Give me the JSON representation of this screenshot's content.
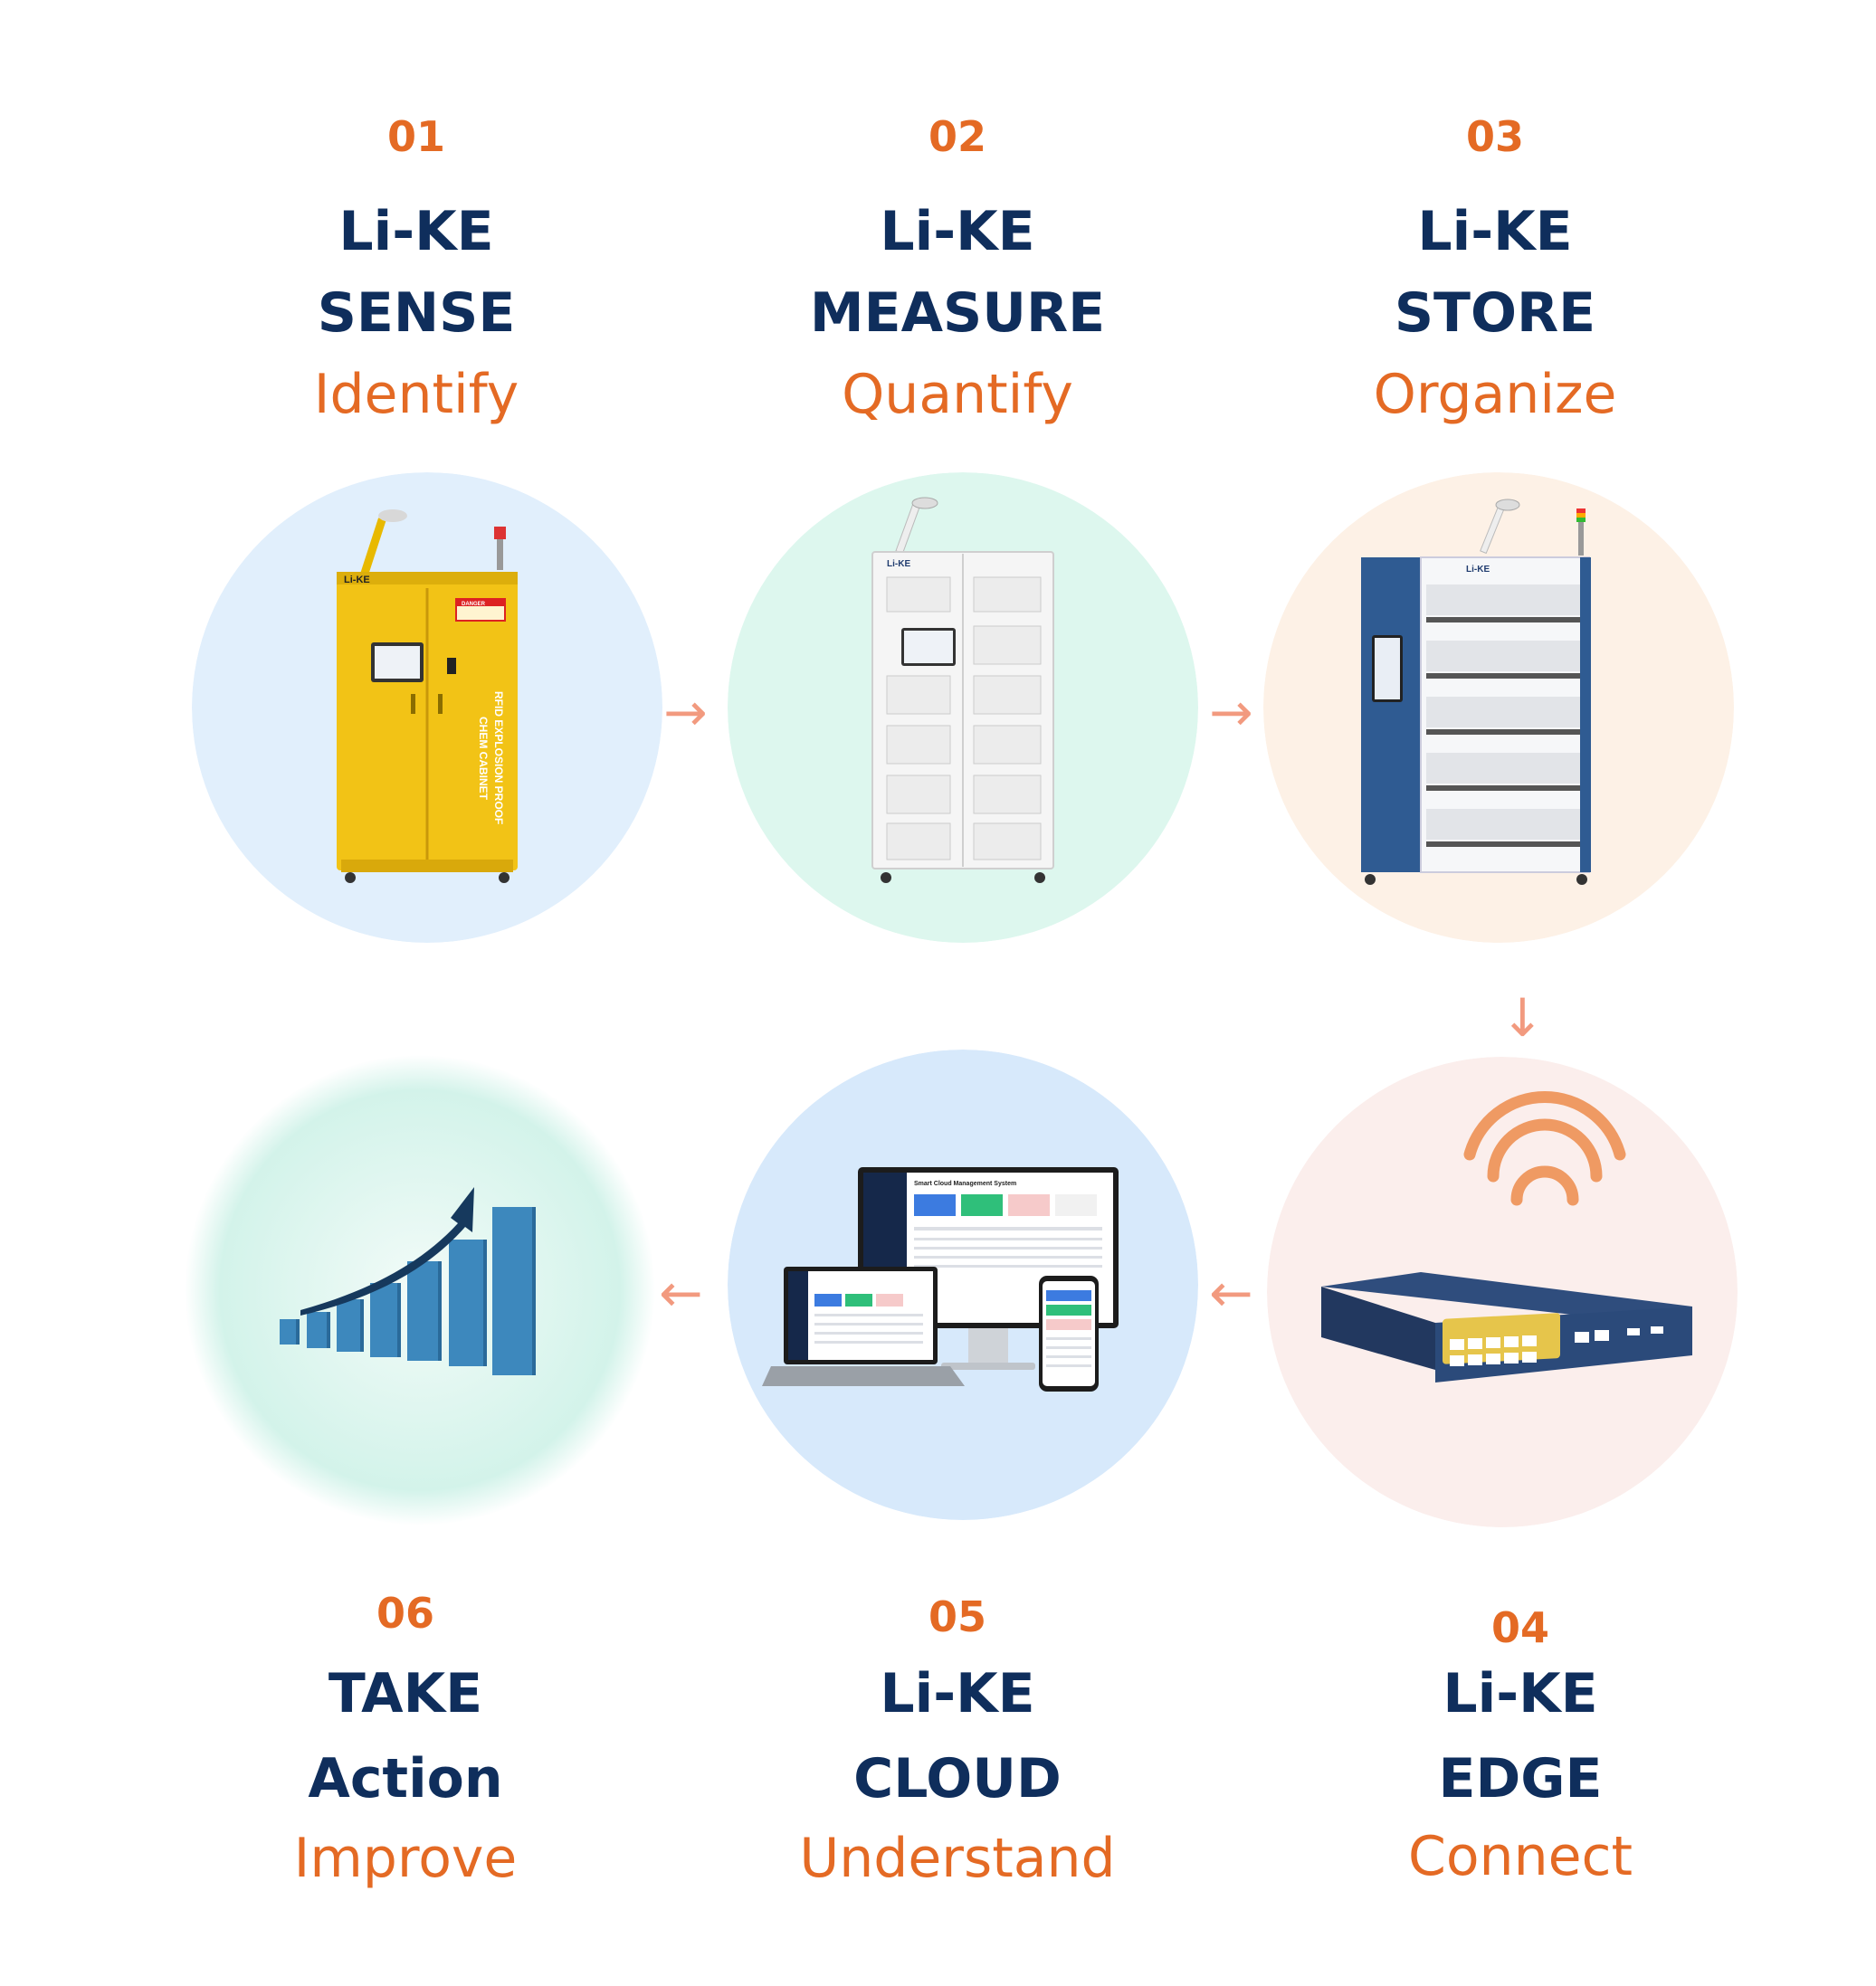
{
  "steps": [
    {
      "num": "01",
      "line1": "Li-KE",
      "line2": "SENSE",
      "verb": "Identify",
      "image": {
        "brand": "Li-KE",
        "sticker": "DANGER",
        "side_text_1": "RFID EXPLOSION PROOF",
        "side_text_2": "CHEM CABINET"
      }
    },
    {
      "num": "02",
      "line1": "Li-KE",
      "line2": "MEASURE",
      "verb": "Quantify",
      "image": {
        "brand": "Li-KE"
      }
    },
    {
      "num": "03",
      "line1": "Li-KE",
      "line2": "STORE",
      "verb": "Organize",
      "image": {
        "brand": "Li-KE"
      }
    },
    {
      "num": "04",
      "line1": "Li-KE",
      "line2": "EDGE",
      "verb": "Connect"
    },
    {
      "num": "05",
      "line1": "Li-KE",
      "line2": "CLOUD",
      "verb": "Understand",
      "image": {
        "screen_title": "Smart Cloud Management System"
      }
    },
    {
      "num": "06",
      "line1": "TAKE",
      "line2": "Action",
      "verb": "Improve"
    }
  ],
  "arrows": {
    "right": "→",
    "left": "←",
    "down": "↓"
  },
  "colors": {
    "accent": "#e46a24",
    "title": "#0f2e5c",
    "arrow": "#f29a7f",
    "circle_sense": "#e1effc",
    "circle_measure": "#ddf7ee",
    "circle_store": "#fdf1e6",
    "circle_edge": "#fbeeec",
    "circle_cloud": "#d7e9fb",
    "circle_action": "#d9f5ee"
  }
}
